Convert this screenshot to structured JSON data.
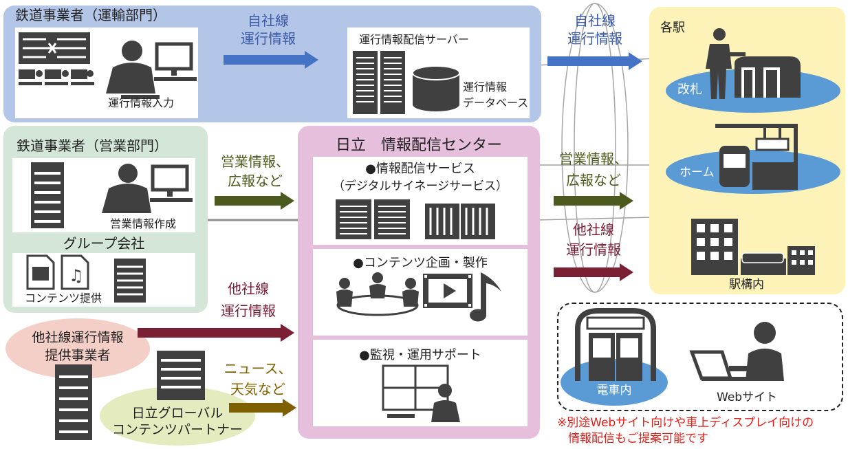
{
  "railway_operations": {
    "title": "鉄道事業者（運輸部門）",
    "input_label": "運行情報入力"
  },
  "server_box": {
    "title": "運行情報配信サーバー",
    "db_line1": "運行情報",
    "db_line2": "データベース"
  },
  "arrow_own_line_1": {
    "line1": "自社線",
    "line2": "運行情報"
  },
  "arrow_own_line_2": {
    "line1": "自社線",
    "line2": "運行情報"
  },
  "railway_sales": {
    "title": "鉄道事業者（営業部門）",
    "create_label": "営業情報作成",
    "group_title": "グループ会社",
    "content_label": "コンテンツ提供"
  },
  "arrow_sales_in": {
    "line1": "営業情報、",
    "line2": "広報など"
  },
  "arrow_sales_out": {
    "line1": "営業情報、",
    "line2": "広報など"
  },
  "arrow_other_in": {
    "line1": "他社線",
    "line2": "運行情報"
  },
  "arrow_other_out": {
    "line1": "他社線",
    "line2": "運行情報"
  },
  "arrow_news": {
    "line1": "ニュース、",
    "line2": "天気など"
  },
  "center": {
    "title": "日立　情報配信センター",
    "service1_line1": "●情報配信サービス",
    "service1_line2": "（デジタルサイネージサービス）",
    "service2": "●コンテンツ企画・製作",
    "service3": "●監視・運用サポート"
  },
  "other_provider": {
    "line1": "他社線運行情報",
    "line2": "提供事業者"
  },
  "global_partner": {
    "line1": "日立グローバル",
    "line2": "コンテンツパートナー"
  },
  "stations": {
    "title": "各駅",
    "gate": "改札",
    "platform": "ホーム",
    "premises": "駅構内"
  },
  "in_train": {
    "train": "電車内",
    "web": "Webサイト"
  },
  "note": {
    "line1": "※別途Webサイト向けや車上ディスプレイ向けの",
    "line2": "情報配信もご提案可能です"
  },
  "colors": {
    "blue_panel": "#b4c6e7",
    "green_panel": "#d3e6d8",
    "pink_panel": "#e6bfdc",
    "yellow_panel": "#fdf2b8",
    "blue_arrow": "#4472c4",
    "olive_arrow": "#4d5a1e",
    "maroon_arrow": "#7b1f35",
    "news_arrow": "#7f6000",
    "note_red": "#e0201a",
    "ellipse_blue": "#5b9bd5"
  }
}
